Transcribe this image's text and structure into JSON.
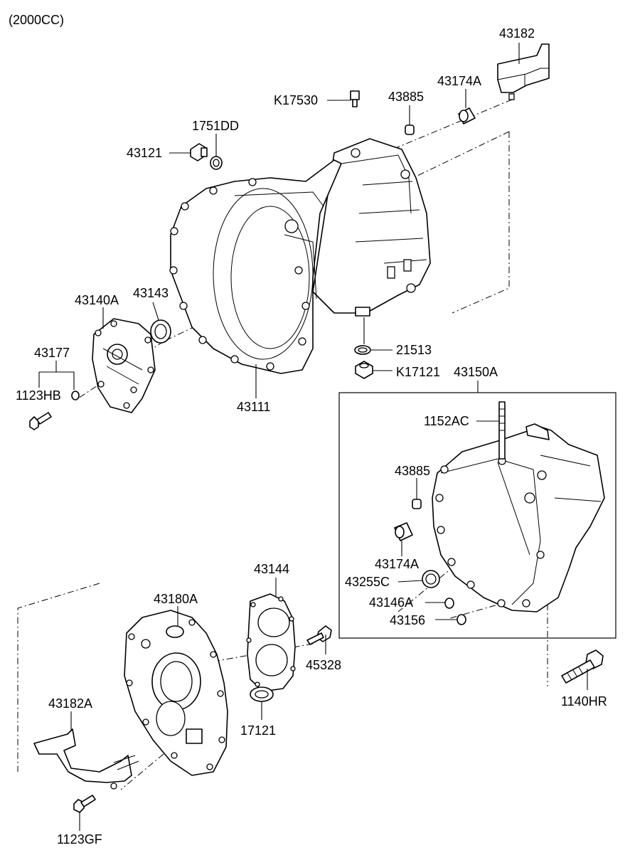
{
  "header": {
    "engine_label": "(2000CC)"
  },
  "callouts": {
    "p43182": "43182",
    "p43174A_top": "43174A",
    "pK17530": "K17530",
    "p43885_top": "43885",
    "p1751DD": "1751DD",
    "p43121": "43121",
    "p43140A": "43140A",
    "p43143": "43143",
    "p43177": "43177",
    "p1123HB": "1123HB",
    "p43111": "43111",
    "p21513": "21513",
    "pK17121": "K17121",
    "p43150A": "43150A",
    "p1152AC": "1152AC",
    "p43885_box": "43885",
    "p43174A_box": "43174A",
    "p43255C": "43255C",
    "p43146A": "43146A",
    "p43156": "43156",
    "p43144": "43144",
    "p43180A": "43180A",
    "p45328": "45328",
    "p17121": "17121",
    "p43182A": "43182A",
    "p1140HR": "1140HR",
    "p1123GF": "1123GF"
  }
}
